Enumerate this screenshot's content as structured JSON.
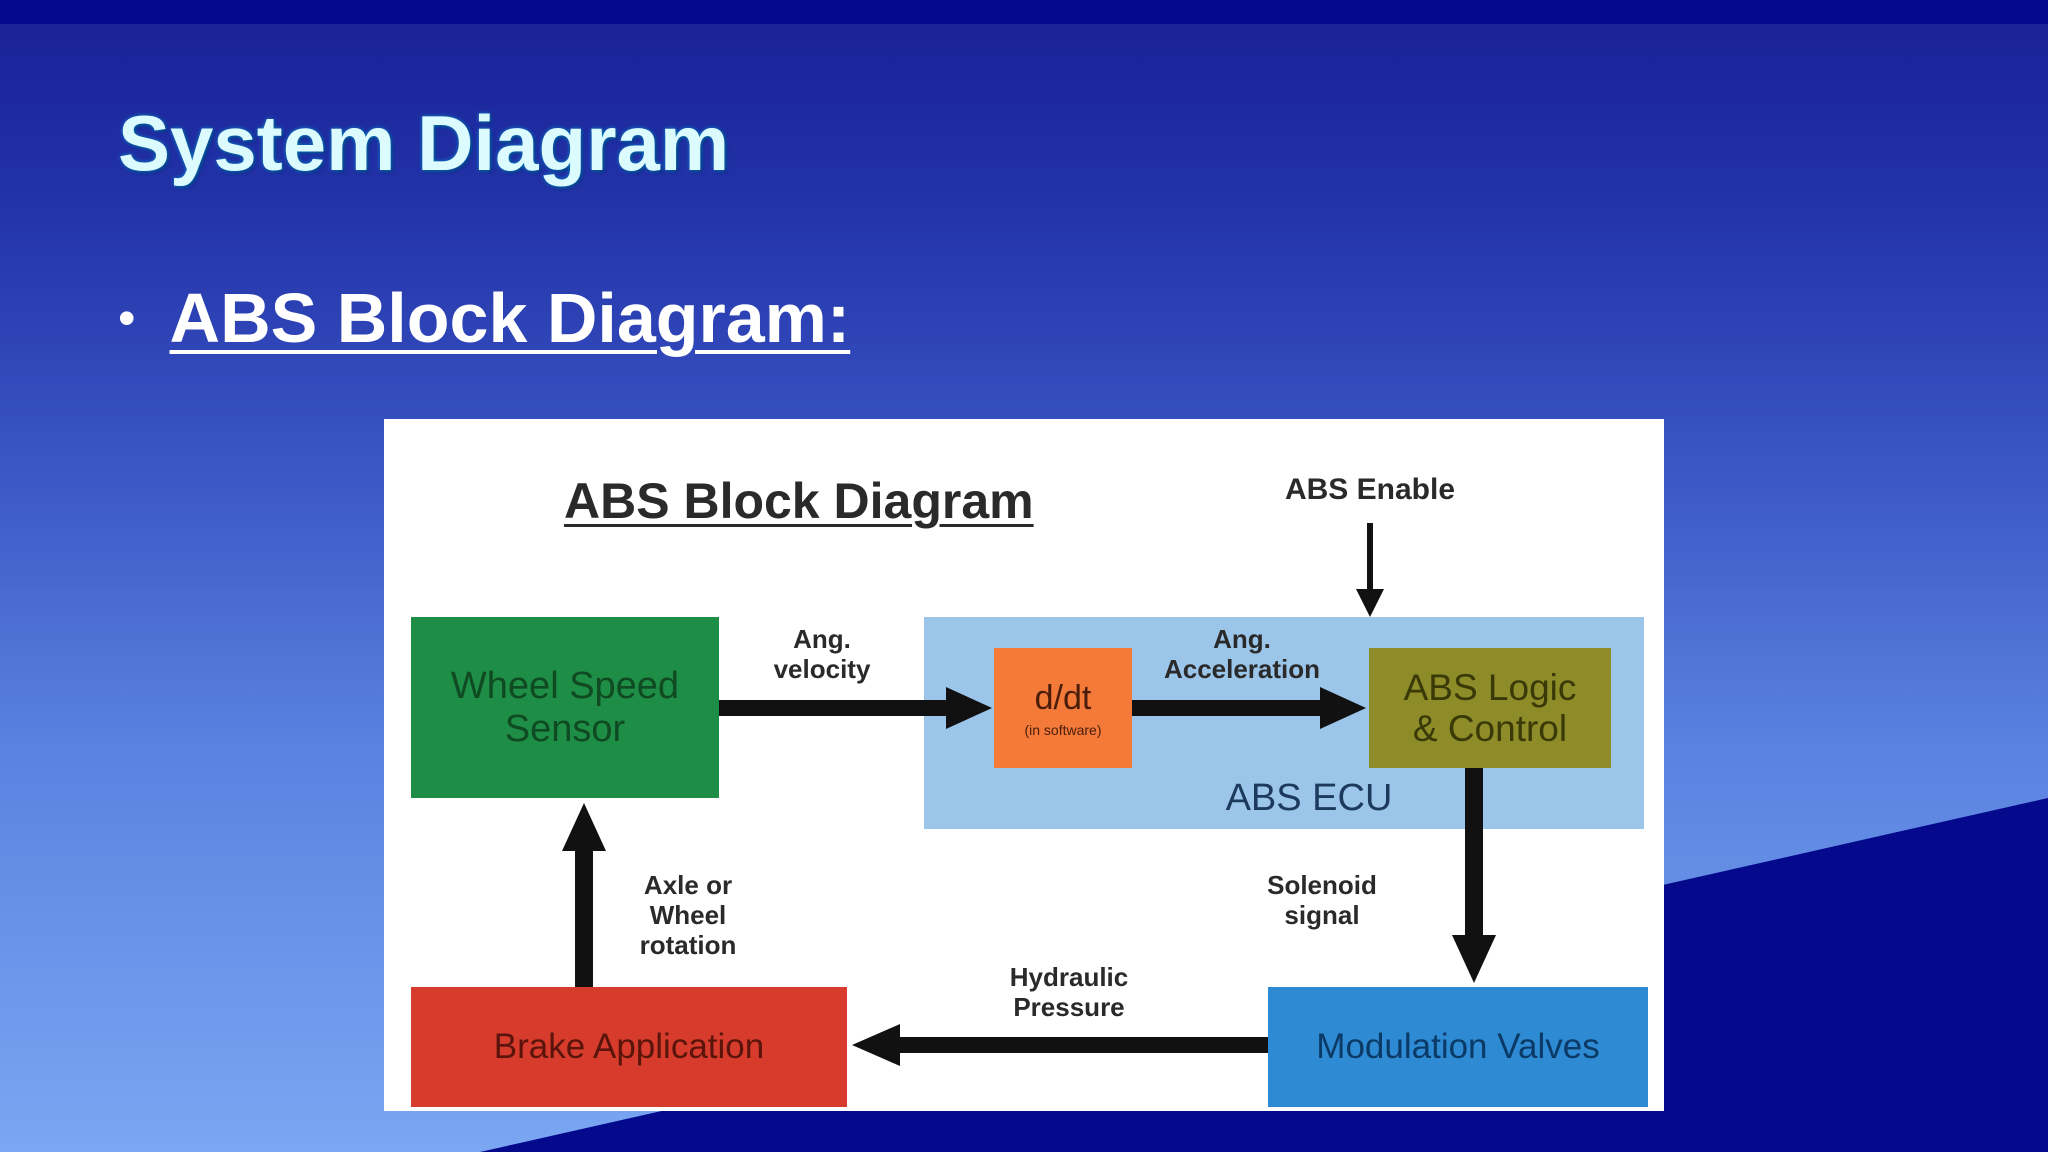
{
  "slide": {
    "title": "System Diagram",
    "bullet": "ABS Block Diagram:"
  },
  "colors": {
    "background_top": "#1a1f96",
    "background_bottom": "#7aa6f2",
    "wedge": "#050a8c",
    "title_text": "#dcfbff",
    "wheel_speed_sensor": "#1e8e46",
    "ddt": "#f47a3a",
    "abs_logic": "#8d8c28",
    "abs_ecu": "#9bc6ea",
    "modulation_valves": "#2e8ad2",
    "brake_application": "#d63b2b"
  },
  "diagram": {
    "title": "ABS Block Diagram",
    "blocks": {
      "wheel_speed_sensor": [
        "Wheel Speed",
        "Sensor"
      ],
      "ddt": {
        "main": "d/dt",
        "sub": "(in software)"
      },
      "abs_logic": [
        "ABS Logic",
        "& Control"
      ],
      "abs_ecu": "ABS ECU",
      "modulation_valves": "Modulation Valves",
      "brake_application": "Brake Application"
    },
    "labels": {
      "abs_enable": "ABS Enable",
      "ang_velocity": [
        "Ang.",
        "velocity"
      ],
      "ang_acceleration": [
        "Ang.",
        "Acceleration"
      ],
      "solenoid_signal": [
        "Solenoid",
        "signal"
      ],
      "hydraulic_pressure": [
        "Hydraulic",
        "Pressure"
      ],
      "axle_rotation": [
        "Axle or",
        "Wheel",
        "rotation"
      ]
    }
  }
}
